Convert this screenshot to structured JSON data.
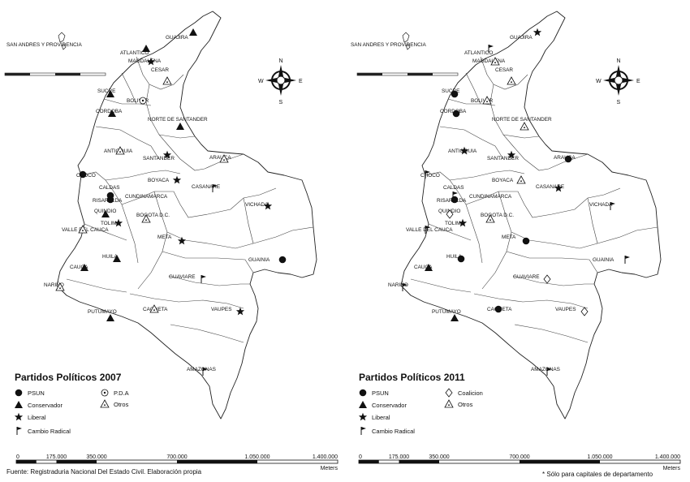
{
  "maps": [
    {
      "id": "2007",
      "title": "Partidos Políticos 2007",
      "legend": [
        {
          "label": "PSUN",
          "symbol": "dot"
        },
        {
          "label": "Conservador",
          "symbol": "triangle"
        },
        {
          "label": "Liberal",
          "symbol": "star"
        },
        {
          "label": "Cambio Radical",
          "symbol": "flag"
        },
        {
          "label": "P.D.A",
          "symbol": "circle-dot"
        },
        {
          "label": "Otros",
          "symbol": "triangle-open"
        }
      ],
      "regions": [
        {
          "name": "SAN ANDRES Y PROVIDENCIA",
          "symbol": ""
        },
        {
          "name": "GUAJIRA",
          "symbol": "triangle"
        },
        {
          "name": "ATLANTICO",
          "symbol": "triangle"
        },
        {
          "name": "MAGDALENA",
          "symbol": "star"
        },
        {
          "name": "CESAR",
          "symbol": "triangle-open"
        },
        {
          "name": "SUCRE",
          "symbol": "triangle"
        },
        {
          "name": "BOLIVAR",
          "symbol": "circle-dot"
        },
        {
          "name": "CORDOBA",
          "symbol": "triangle"
        },
        {
          "name": "NORTE DE SANTANDER",
          "symbol": "triangle"
        },
        {
          "name": "ANTIOQUIA",
          "symbol": "triangle-open"
        },
        {
          "name": "SANTANDER",
          "symbol": "star"
        },
        {
          "name": "ARAUCA",
          "symbol": "triangle-open"
        },
        {
          "name": "CHOCO",
          "symbol": "dot"
        },
        {
          "name": "BOYACA",
          "symbol": "star"
        },
        {
          "name": "CASANARE",
          "symbol": "flag"
        },
        {
          "name": "CALDAS",
          "symbol": "dot"
        },
        {
          "name": "RISARALDA",
          "symbol": "dot"
        },
        {
          "name": "CUNDINAMARCA",
          "symbol": ""
        },
        {
          "name": "VICHADA",
          "symbol": "star"
        },
        {
          "name": "QUINDIO",
          "symbol": "triangle"
        },
        {
          "name": "BOGOTA D.C.",
          "symbol": "triangle-open"
        },
        {
          "name": "TOLIMA",
          "symbol": "star"
        },
        {
          "name": "VALLE DEL CAUCA",
          "symbol": "triangle-open"
        },
        {
          "name": "META",
          "symbol": "star"
        },
        {
          "name": "HUILA",
          "symbol": "triangle"
        },
        {
          "name": "GUAINIA",
          "symbol": "dot"
        },
        {
          "name": "CAUCA",
          "symbol": "triangle"
        },
        {
          "name": "GUAVIARE",
          "symbol": "flag"
        },
        {
          "name": "NARIÑO",
          "symbol": "triangle-open"
        },
        {
          "name": "PUTUMAYO",
          "symbol": "triangle"
        },
        {
          "name": "CAQUETA",
          "symbol": "triangle-open"
        },
        {
          "name": "VAUPES",
          "symbol": "star"
        },
        {
          "name": "AMAZONAS",
          "symbol": "flag"
        }
      ]
    },
    {
      "id": "2011",
      "title": "Partidos Políticos 2011",
      "legend": [
        {
          "label": "PSUN",
          "symbol": "dot"
        },
        {
          "label": "Conservador",
          "symbol": "triangle"
        },
        {
          "label": "Liberal",
          "symbol": "star"
        },
        {
          "label": "Cambio Radical",
          "symbol": "flag"
        },
        {
          "label": "Coalicion",
          "symbol": "diamond"
        },
        {
          "label": "Otros",
          "symbol": "triangle-open"
        }
      ],
      "regions": [
        {
          "name": "SAN ANDRES Y PROVIDENCIA",
          "symbol": ""
        },
        {
          "name": "GUAJIRA",
          "symbol": "star"
        },
        {
          "name": "ATLANTICO",
          "symbol": "flag"
        },
        {
          "name": "MAGDALENA",
          "symbol": "triangle-open"
        },
        {
          "name": "CESAR",
          "symbol": "triangle-open"
        },
        {
          "name": "SUCRE",
          "symbol": "dot"
        },
        {
          "name": "BOLIVAR",
          "symbol": "triangle-open"
        },
        {
          "name": "CORDOBA",
          "symbol": "dot"
        },
        {
          "name": "NORTE DE SANTANDER",
          "symbol": "triangle-open"
        },
        {
          "name": "ANTIOQUIA",
          "symbol": "star"
        },
        {
          "name": "SANTANDER",
          "symbol": "star"
        },
        {
          "name": "ARAUCA",
          "symbol": "dot"
        },
        {
          "name": "CHOCO",
          "symbol": "flag"
        },
        {
          "name": "BOYACA",
          "symbol": "triangle-open"
        },
        {
          "name": "CASANARE",
          "symbol": "star"
        },
        {
          "name": "CALDAS",
          "symbol": "flag"
        },
        {
          "name": "RISARALDA",
          "symbol": "dot"
        },
        {
          "name": "CUNDINAMARCA",
          "symbol": ""
        },
        {
          "name": "VICHADA",
          "symbol": "flag"
        },
        {
          "name": "QUINDIO",
          "symbol": "diamond"
        },
        {
          "name": "BOGOTA D.C.",
          "symbol": "triangle-open"
        },
        {
          "name": "TOLIMA",
          "symbol": "star"
        },
        {
          "name": "VALLE DEL CAUCA",
          "symbol": "flag"
        },
        {
          "name": "META",
          "symbol": "dot"
        },
        {
          "name": "HUILA",
          "symbol": "dot"
        },
        {
          "name": "GUAINIA",
          "symbol": "flag"
        },
        {
          "name": "CAUCA",
          "symbol": "triangle"
        },
        {
          "name": "GUAVIARE",
          "symbol": "diamond"
        },
        {
          "name": "NARIÑO",
          "symbol": "flag"
        },
        {
          "name": "PUTUMAYO",
          "symbol": "triangle"
        },
        {
          "name": "CAQUETA",
          "symbol": "dot"
        },
        {
          "name": "VAUPES",
          "symbol": "diamond"
        },
        {
          "name": "AMAZONAS",
          "symbol": "flag"
        }
      ]
    }
  ],
  "north_arrow": {
    "n": "N",
    "s": "S",
    "e": "E",
    "w": "W"
  },
  "scale_bar": {
    "ticks": [
      "0",
      "175.000",
      "350.000",
      "700.000",
      "1.050.000",
      "1.400.000"
    ],
    "unit": "Meters"
  },
  "footer": {
    "source": "Fuente: Registraduria Nacional Del Estado Civil. Elaboración propia",
    "note": "* Sólo para capitales de departamento"
  }
}
